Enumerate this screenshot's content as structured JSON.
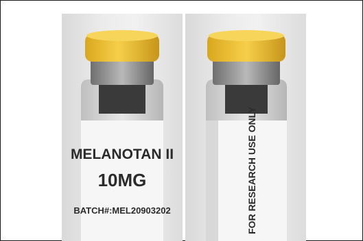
{
  "photos": [
    {
      "name": "vial-front",
      "label_lines": [
        "MELANOTAN II",
        "10MG",
        "BATCH#:MEL20903202"
      ]
    },
    {
      "name": "vial-side",
      "label_lines": [
        "FOR RESEARCH USE ONLY"
      ]
    }
  ],
  "colors": {
    "cap_yellow": "#f2c23a",
    "crimp_silver": "#9a9a9a",
    "label_white": "#f5f5f5",
    "text_dark": "#2b2b2b"
  }
}
